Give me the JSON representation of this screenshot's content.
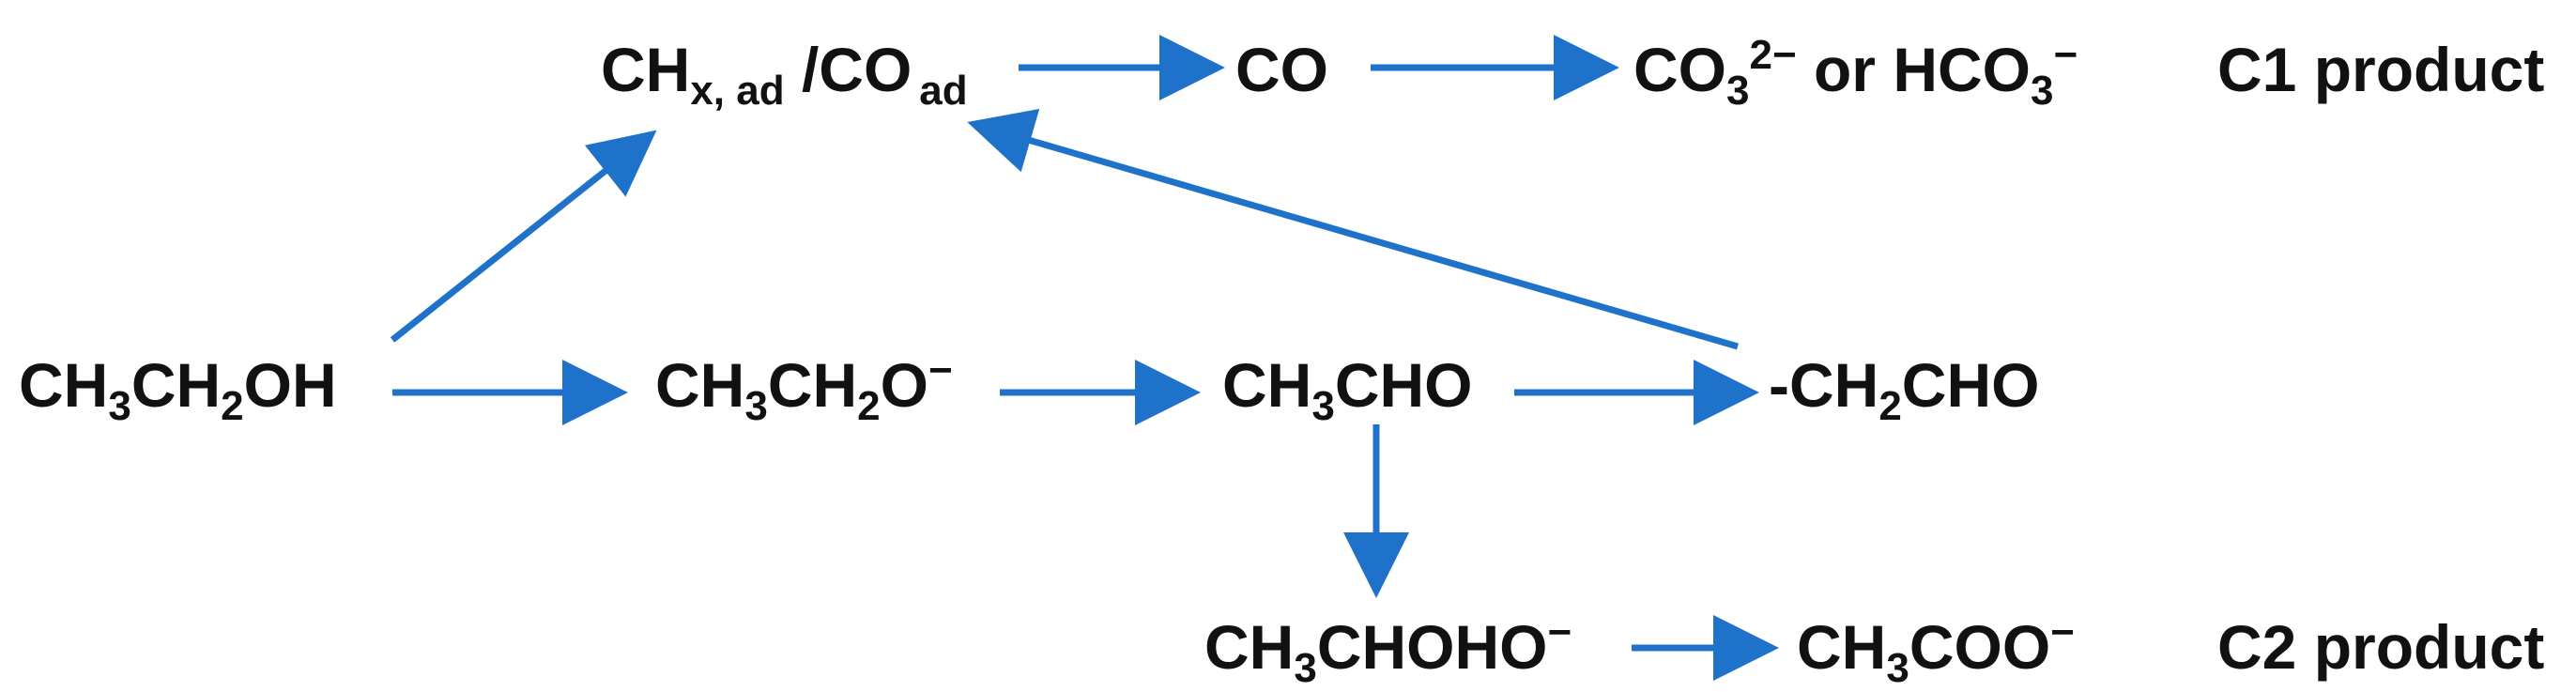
{
  "colors": {
    "arrow": "#1f72c9",
    "text": "#111111",
    "background": "#ffffff"
  },
  "species": {
    "ethanol": {
      "p1": "CH",
      "s1": "3",
      "p2": "CH",
      "s2": "2",
      "p3": "OH"
    },
    "ethoxide": {
      "p1": "CH",
      "s1": "3",
      "p2": "CH",
      "s2": "2",
      "p3": "O",
      "sup": "−"
    },
    "acetaldehyde": {
      "p1": "CH",
      "s1": "3",
      "p2": "CHO"
    },
    "ch2cho": {
      "p1": "-CH",
      "s1": "2",
      "p2": "CHO"
    },
    "adsorbates": {
      "p1": "CH",
      "s1": "x, ad",
      "p2": " /CO",
      "s2": "ad"
    },
    "co": {
      "p1": "CO"
    },
    "carbonate": {
      "p1": "CO",
      "s1": "3",
      "sup1": "2−",
      "mid": " or HCO",
      "s2": "3",
      "sup2": "−"
    },
    "gem_diol": {
      "p1": "CH",
      "s1": "3",
      "p2": "CHOHO",
      "sup": "−"
    },
    "acetate": {
      "p1": "CH",
      "s1": "3",
      "p2": "COO",
      "sup": "−"
    }
  },
  "labels": {
    "c1": "C1 product",
    "c2": "C2 product"
  }
}
